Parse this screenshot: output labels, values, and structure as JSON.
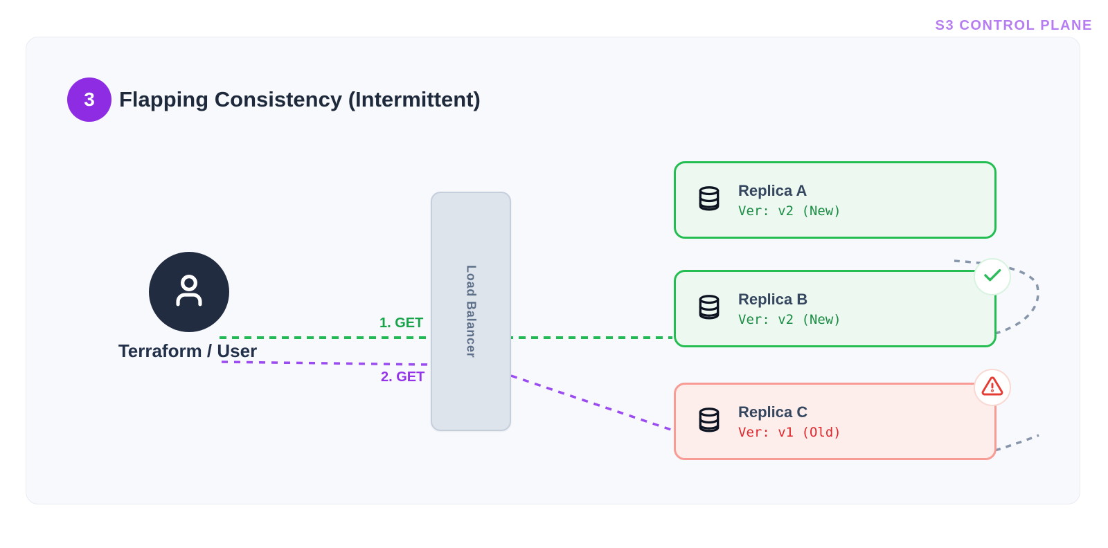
{
  "header": {
    "plane_label": "S3 CONTROL PLANE"
  },
  "scenario": {
    "step_number": "3",
    "title": "Flapping Consistency (Intermittent)"
  },
  "client": {
    "label": "Terraform / User"
  },
  "load_balancer": {
    "label": "Load Balancer"
  },
  "requests": [
    {
      "label": "1. GET",
      "color": "#16a34a"
    },
    {
      "label": "2. GET",
      "color": "#9333ea"
    }
  ],
  "replicas": [
    {
      "name": "Replica A",
      "version": "Ver: v2 (New)",
      "state": "new"
    },
    {
      "name": "Replica B",
      "version": "Ver: v2 (New)",
      "state": "new",
      "badge": "check"
    },
    {
      "name": "Replica C",
      "version": "Ver: v1 (Old)",
      "state": "old",
      "badge": "warning"
    }
  ],
  "colors": {
    "accent_purple": "#8e2ce4",
    "plane_label_purple": "#b57df0",
    "line_green": "#21ba54",
    "line_purple": "#9b4cf0",
    "ok_green": "#23bd52",
    "error_red": "#e0252b",
    "replica_green_bg": "#edf9f0",
    "replica_red_bg": "#fdeeec",
    "curve_gray": "#8796ab",
    "panel_bg": "#f8f9fc",
    "navy_text": "#1e2a3c"
  }
}
